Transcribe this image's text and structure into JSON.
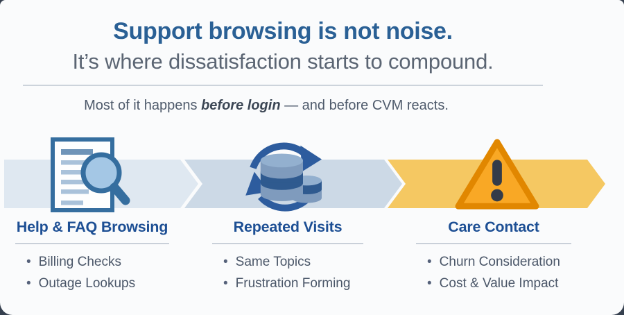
{
  "header": {
    "title": "Support browsing is not noise.",
    "subtitle": "It’s where dissatisfaction starts to compound.",
    "tagline_prefix": "Most of it happens ",
    "tagline_emphasis": "before login",
    "tagline_suffix": " — and before CVM reacts."
  },
  "stages": [
    {
      "icon": "document-search-icon",
      "title": "Help & FAQ Browsing",
      "bullets": [
        "Billing Checks",
        "Outage Lookups"
      ],
      "band_color": "#dfe8f1"
    },
    {
      "icon": "repeat-database-icon",
      "title": "Repeated Visits",
      "bullets": [
        "Same Topics",
        "Frustration Forming"
      ],
      "band_color": "#ccd9e6"
    },
    {
      "icon": "warning-triangle-icon",
      "title": "Care Contact",
      "bullets": [
        "Churn Consideration",
        "Cost & Value Impact"
      ],
      "band_color": "#f5c862"
    }
  ],
  "bullet_glyph": "•",
  "colors": {
    "title_blue": "#2a6095",
    "subtitle_gray": "#5b6573",
    "stage_heading_blue": "#1d4f94",
    "bullet_text_gray": "#4a5668",
    "icon_blue": "#356e9f",
    "warning_amber": "#f9a825",
    "warning_border_orange": "#e18700"
  }
}
